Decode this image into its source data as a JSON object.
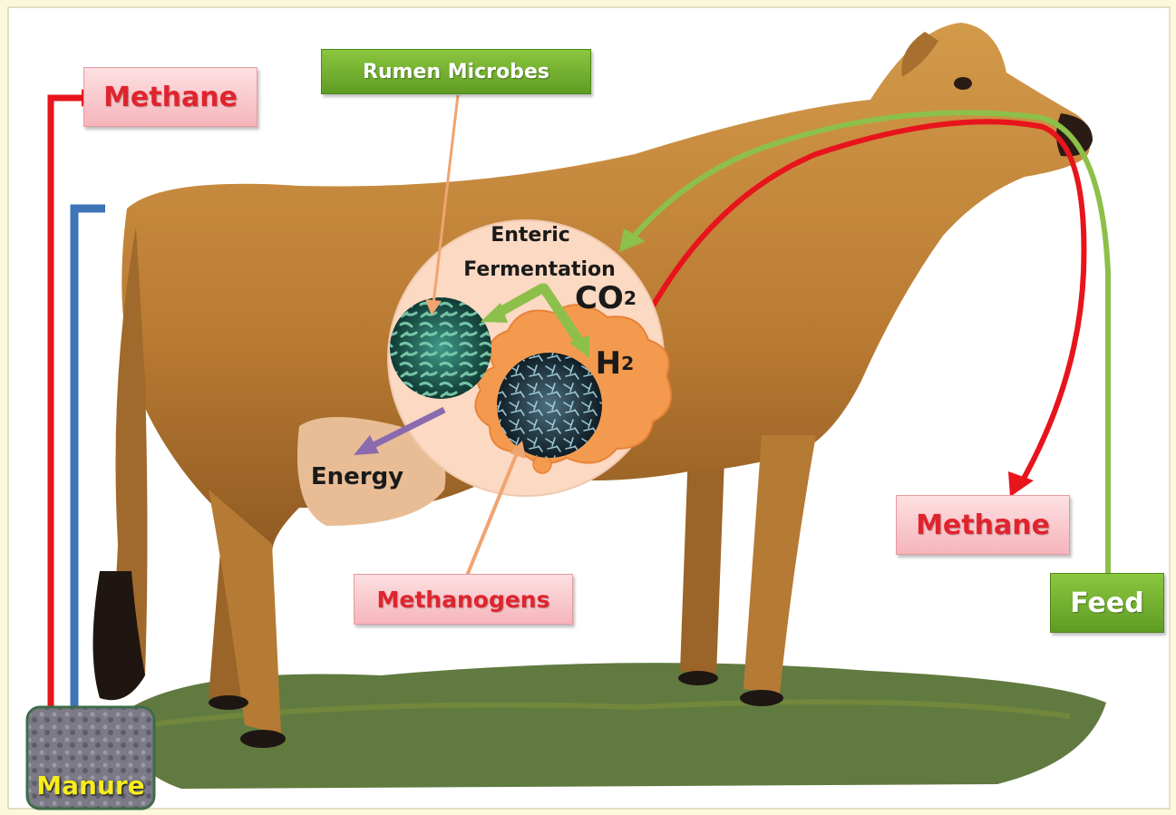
{
  "labels": {
    "methane_top": "Methane",
    "rumen_microbes": "Rumen Microbes",
    "enteric": "Enteric",
    "fermentation": "Fermentation",
    "co2_main": "CO",
    "co2_sub": "2",
    "h2_main": "H",
    "h2_sub": "2",
    "energy": "Energy",
    "methanogens": "Methanogens",
    "methane_right": "Methane",
    "feed": "Feed",
    "manure": "Manure"
  },
  "colors": {
    "methane_arrow": "#e8141c",
    "feed_arrow": "#8dc04a",
    "manure_arrow": "#3e74b8",
    "microbe_arrow": "#f0a470",
    "energy_arrow": "#8a6bb0",
    "fermentation_circle": "#fbd9c2",
    "hydrogen_cloud": "#f49a4f",
    "cow_body": "#c48a3c",
    "grass": "#4f6a2a"
  }
}
